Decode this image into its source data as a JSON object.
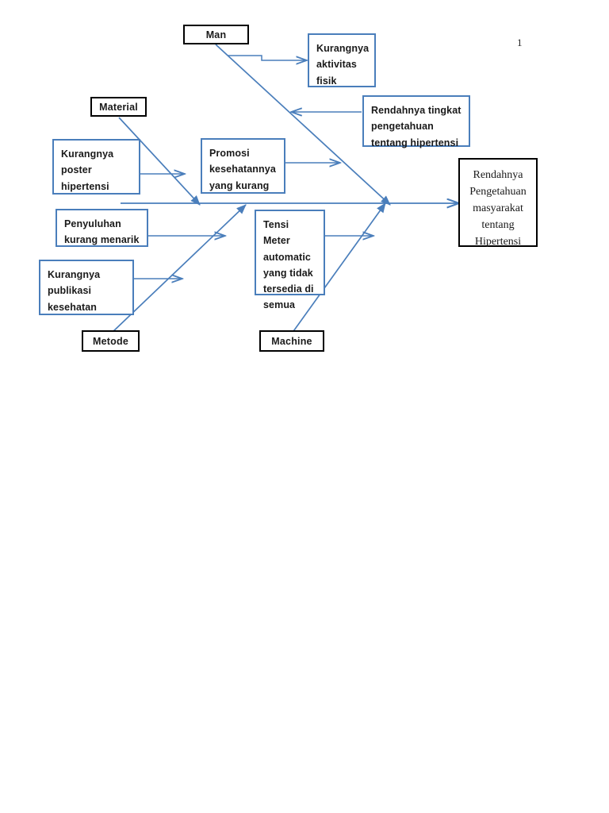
{
  "document": {
    "page_number": "1",
    "diagram_type": "fishbone-ishikawa"
  },
  "colors": {
    "bone_blue": "#4a7ebb",
    "category_outline": "#000000",
    "text": "#1a1a1a",
    "background": "#ffffff"
  },
  "categories": [
    {
      "id": "man",
      "label": "Man"
    },
    {
      "id": "material",
      "label": "Material"
    },
    {
      "id": "metode",
      "label": "Metode"
    },
    {
      "id": "machine",
      "label": "Machine"
    }
  ],
  "causes": [
    {
      "id": "kurangnya-aktivitas-fisik",
      "category": "man",
      "lines": [
        "Kurangnya",
        "aktivitas",
        "fisik"
      ]
    },
    {
      "id": "rendahnya-tingkat-pengetahuan",
      "category": "man",
      "lines": [
        "Rendahnya tingkat",
        "pengetahuan",
        "tentang hipertensi"
      ]
    },
    {
      "id": "kurangnya-poster-hipertensi",
      "category": "material",
      "lines": [
        "Kurangnya",
        "poster",
        "hipertensi"
      ]
    },
    {
      "id": "promosi-kesehatannya-yang-kurang",
      "category": "material",
      "lines": [
        "Promosi",
        "kesehatannya",
        "yang kurang"
      ]
    },
    {
      "id": "penyuluhan-kurang-menarik",
      "category": "metode",
      "lines": [
        "Penyuluhan",
        "kurang menarik"
      ]
    },
    {
      "id": "kurangnya-publikasi-kesehatan",
      "category": "metode",
      "lines": [
        "Kurangnya",
        "publikasi",
        "kesehatan"
      ]
    },
    {
      "id": "tensi-meter-automatic",
      "category": "machine",
      "lines": [
        "Tensi Meter",
        "automatic",
        "yang tidak",
        "tersedia di",
        "semua"
      ]
    }
  ],
  "effect": {
    "id": "rendahnya-pengetahuan-masyarakat",
    "lines": [
      "Rendahnya",
      "Pengetahuan",
      "masyarakat",
      "tentang",
      "Hipertensi"
    ]
  }
}
